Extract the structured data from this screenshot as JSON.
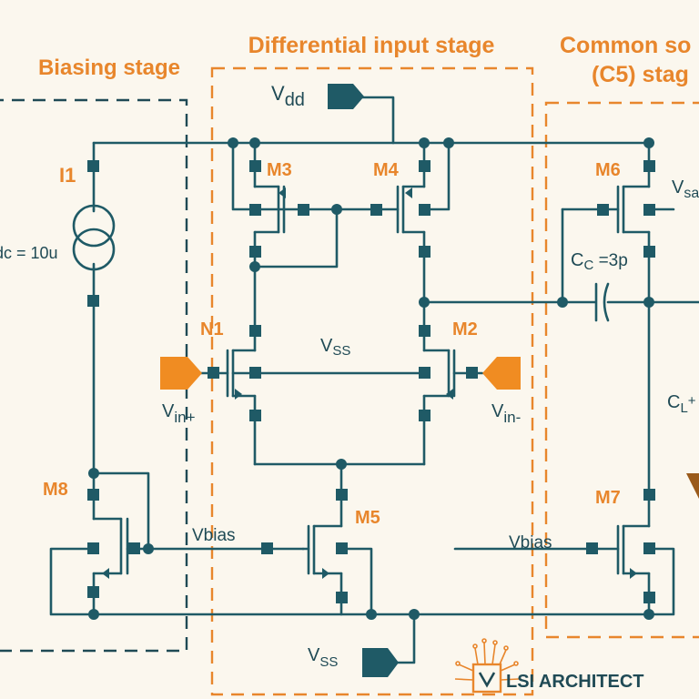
{
  "colors": {
    "wire": "#1f5a66",
    "accent": "#e8862c",
    "text_dark": "#1f4a55",
    "background": "#fbf7ee",
    "logo_text": "#1f4a55"
  },
  "sections": {
    "biasing": "Biasing stage",
    "differential": "Differential input stage",
    "common_source_line1": "Common so",
    "common_source_line2": "(C5) stag"
  },
  "supplies": {
    "vdd": "V",
    "vdd_sub": "dd",
    "vss_inner": "V",
    "vss_inner_sub": "SS",
    "vss_bottom": "V",
    "vss_bottom_sub": "SS"
  },
  "components": {
    "i1": "I1",
    "idc": "dc = 10u",
    "m3": "M3",
    "m4": "M4",
    "n1": "N1",
    "m2": "M2",
    "m5": "M5",
    "m6": "M6",
    "m7": "M7",
    "m8": "M8",
    "cc_main": "C",
    "cc_sub": "C",
    "cc_value": " =3p",
    "cl_main": "C",
    "cl_sub": "L",
    "cl_suffix": "+"
  },
  "signals": {
    "vin_plus": "V",
    "vin_plus_sub": "in+",
    "vin_minus": "V",
    "vin_minus_sub": "in-",
    "vbias_left": "Vbias",
    "vbias_right": "Vbias",
    "vsa": "V",
    "vsa_sub": "sa"
  },
  "logo": {
    "text": "LSI ARCHITECT"
  }
}
